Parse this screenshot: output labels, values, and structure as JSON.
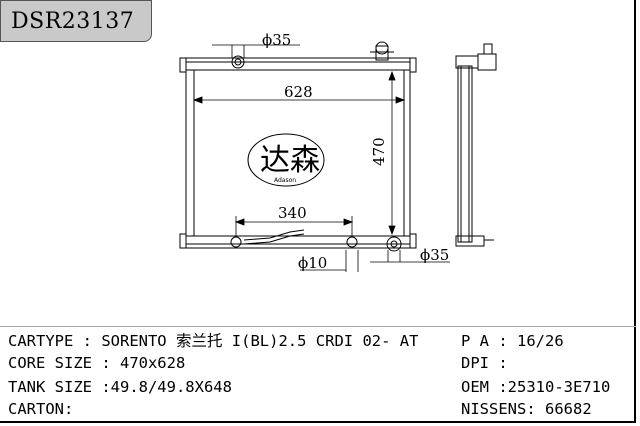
{
  "sheet_id": "DSR23137",
  "dimensions": {
    "inlet_dia": "ϕ35",
    "width": "628",
    "height": "470",
    "lower_span": "340",
    "drain_dia": "ϕ10",
    "outlet_dia": "ϕ35"
  },
  "logo": {
    "chinese": "达森",
    "latin": "Adason"
  },
  "specs": {
    "cartype": "CARTYPE : SORENTO 索兰托 I(BL)2.5 CRDI 02- AT",
    "core_size": "CORE SIZE : 470x628",
    "tank_size": "TANK SIZE :49.8/49.8X648",
    "carton": "CARTON:",
    "pa": "P A : 16/26",
    "dpi": "DPI :",
    "oem": "OEM :25310-3E710",
    "nissens": "NISSENS: 66682"
  }
}
